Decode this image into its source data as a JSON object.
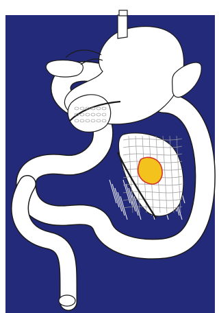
{
  "colors": {
    "background": "#242a7a",
    "organ_fill": "#ffffff",
    "outline": "#1a1a1a",
    "lesion_fill": "#f4c21c",
    "lesion_outline": "#d1342b",
    "hatch": "#ffffff"
  },
  "illustration": {
    "structures": [
      {
        "id": "esophagus",
        "icon": "tube-icon"
      },
      {
        "id": "stomach",
        "icon": "stomach-icon"
      },
      {
        "id": "gallbladder",
        "icon": "gallbladder-icon"
      },
      {
        "id": "spleen",
        "icon": "spleen-icon"
      },
      {
        "id": "transverse-colon",
        "icon": "bowel-icon"
      },
      {
        "id": "pancreas",
        "icon": "pancreas-icon"
      },
      {
        "id": "lesion",
        "icon": "lesion-icon"
      },
      {
        "id": "small-intestine",
        "icon": "bowel-icon"
      }
    ]
  }
}
